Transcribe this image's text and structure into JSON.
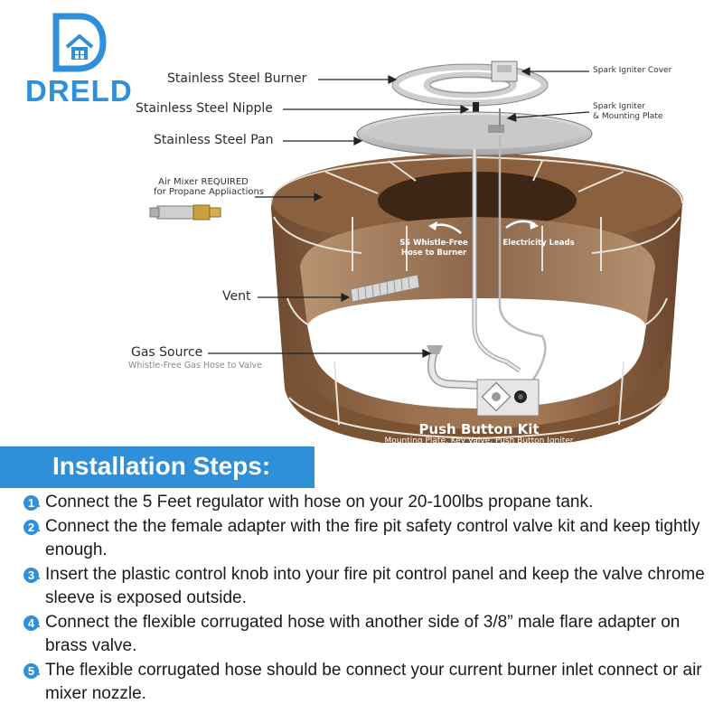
{
  "brand": {
    "name": "DRELD",
    "color": "#2f8fd8",
    "icon": "house-d-logo-icon"
  },
  "labels": {
    "burner": "Stainless Steel Burner",
    "nipple": "Stainless Steel Nipple",
    "pan": "Stainless Steel Pan",
    "air_mixer_line1": "Air Mixer REQUIRED",
    "air_mixer_line2": "for Propane Appliactions",
    "vent": "Vent",
    "gas_source": "Gas Source",
    "gas_source_sub": "Whistle-Free Gas Hose to Valve",
    "igniter_cover": "Spark Igniter Cover",
    "igniter_plate_line1": "Spark Igniter",
    "igniter_plate_line2": "& Mounting Plate",
    "hose_line1": "SS Whistle-Free",
    "hose_line2": "Hose to Burner",
    "electricity": "Electricity Leads",
    "kit_title": "Push Button Kit",
    "kit_sub": "Mounting Plate, Key Valve, Push Button Igniter"
  },
  "section_title": "Installation Steps:",
  "steps": [
    {
      "num": "1",
      "text": "Connect the 5 Feet regulator with hose on your 20-100lbs propane tank."
    },
    {
      "num": "2",
      "text": "Connect the the female adapter with the fire pit safety control valve kit and keep tightly enough."
    },
    {
      "num": "3",
      "text": "Insert the plastic control knob into your fire pit control panel and keep the valve chrome sleeve is exposed outside."
    },
    {
      "num": "4",
      "text": "Connect the flexible corrugated hose with another side of 3/8” male flare adapter on brass valve."
    },
    {
      "num": "5",
      "text": "The flexible corrugated hose should be connect your current burner inlet connect or air mixer nozzle."
    }
  ]
}
